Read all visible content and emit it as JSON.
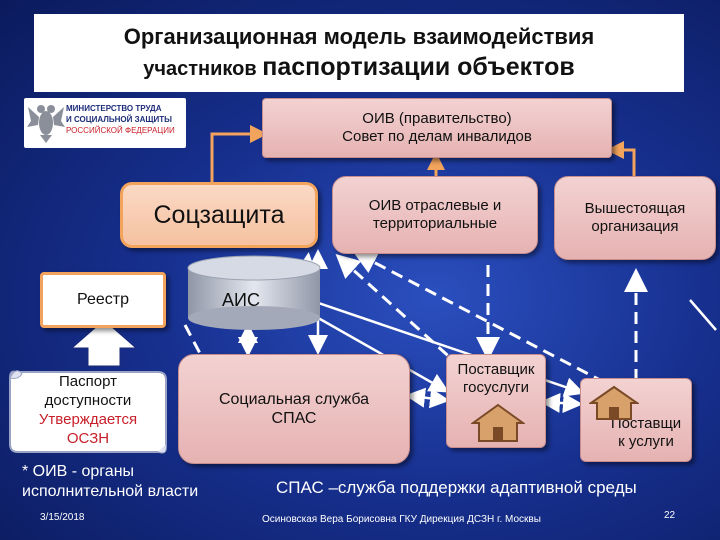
{
  "title": {
    "line1": "Организационная модель взаимодействия",
    "line2a": "участников",
    "line2b": "паспортизации объектов"
  },
  "logo": {
    "line1": "МИНИСТЕРСТВО ТРУДА",
    "line2": "И СОЦИАЛЬНОЙ ЗАЩИТЫ",
    "line3": "РОССИЙСКОЙ ФЕДЕРАЦИИ"
  },
  "nodes": {
    "oiv_gov": {
      "line1": "ОИВ (правительство)",
      "line2": "Совет по делам инвалидов"
    },
    "soczashita": "Соцзащита",
    "oiv_branch": {
      "line1": "ОИВ отраслевые и",
      "line2": "территориальные"
    },
    "higher_org": {
      "line1": "Вышестоящая",
      "line2": "организация"
    },
    "registry": "Реестр",
    "ais": "АИС",
    "passport": {
      "line1": "Паспорт",
      "line2": "доступности",
      "line3": "Утверждается",
      "line4": "ОСЗН"
    },
    "social_service": {
      "line1": "Социальная служба",
      "line2": "СПАС"
    },
    "provider_gov": {
      "line1": "Поставщик",
      "line2": "госуслуги"
    },
    "providers": {
      "line1": "Поставщи",
      "line2": "к услуги"
    }
  },
  "notes": {
    "oiv_def_line1": "* ОИВ - органы",
    "oiv_def_line2": "исполнительной власти",
    "spas_def": "СПАС –служба  поддержки  адаптивной среды",
    "date": "3/15/2018",
    "author": "Осиновская Вера Борисовна ГКУ Дирекция ДСЗН г. Москвы",
    "page": "22"
  },
  "colors": {
    "background": "#17308f",
    "box_pink": "#e6b2b2",
    "box_orange_border": "#f2a35c",
    "passport_accent": "#c8202a",
    "arrow": "#ffffff"
  }
}
